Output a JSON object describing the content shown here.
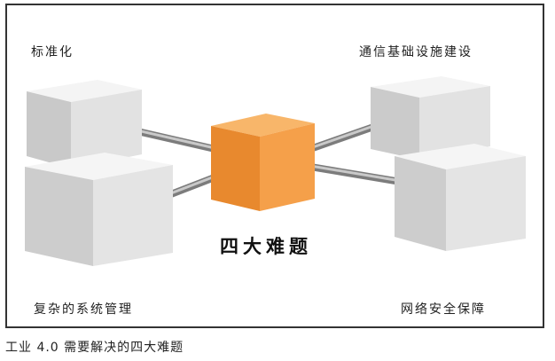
{
  "diagram": {
    "center_label": "四大难题",
    "nodes": {
      "top_left": "标准化",
      "top_right": "通信基础设施建设",
      "bottom_left": "复杂的系统管理",
      "bottom_right": "网络安全保障"
    }
  },
  "caption": "工业 4.0 需要解决的四大难题",
  "colors": {
    "center_cube": "#f5a04a",
    "side_cubes": "#e6e6e6",
    "connectors": "#9a9a9a",
    "border": "#333333"
  }
}
